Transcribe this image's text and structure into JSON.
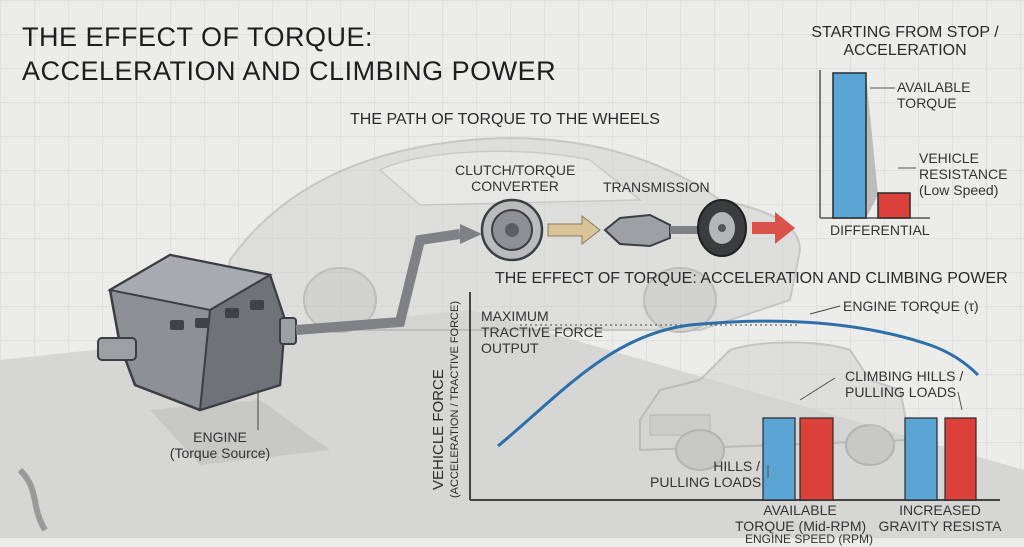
{
  "title": {
    "line1": "THE EFFECT OF TORQUE:",
    "line2": "ACCELERATION AND CLIMBING POWER"
  },
  "path": {
    "heading": "THE PATH OF TORQUE TO THE WHEELS",
    "clutch_line1": "CLUTCH/TORQUE",
    "clutch_line2": "CONVERTER",
    "transmission": "TRANSMISSION"
  },
  "engine": {
    "line1": "ENGINE",
    "line2": "(Torque Source)"
  },
  "stop_panel": {
    "title_line1": "STARTING FROM STOP /",
    "title_line2": "ACCELERATION",
    "available_line1": "AVAILABLE",
    "available_line2": "TORQUE",
    "resistance_line1": "VEHICLE",
    "resistance_line2": "RESISTANCE",
    "resistance_line3": "(Low Speed)",
    "differential": "DIFFERENTIAL"
  },
  "graph": {
    "heading": "THE EFFECT OF TORQUE: ACCELERATION AND CLIMBING POWER",
    "ylabel_main": "VEHICLE FORCE",
    "ylabel_sub": "(ACCELERATION / TRACTIVE FORCE)",
    "max_line1": "MAXIMUM",
    "max_line2": "TRACTIVE FORCE",
    "max_line3": "OUTPUT",
    "curve_label": "ENGINE TORQUE (τ)",
    "climbing_line1": "CLIMBING HILLS /",
    "climbing_line2": "PULLING LOADS",
    "hills_line1": "HILLS /",
    "hills_line2": "PULLING LOADS",
    "avail_line1": "AVAILABLE",
    "avail_line2": "TORQUE (Mid-RPM)",
    "incr_line1": "INCREASED",
    "incr_line2": "GRAVITY RESISTA",
    "xlabel": "ENGINE SPEED (RPM)"
  },
  "colors": {
    "blue": "#5aa5d3",
    "red": "#d9413a",
    "curve": "#2d6fa8"
  }
}
